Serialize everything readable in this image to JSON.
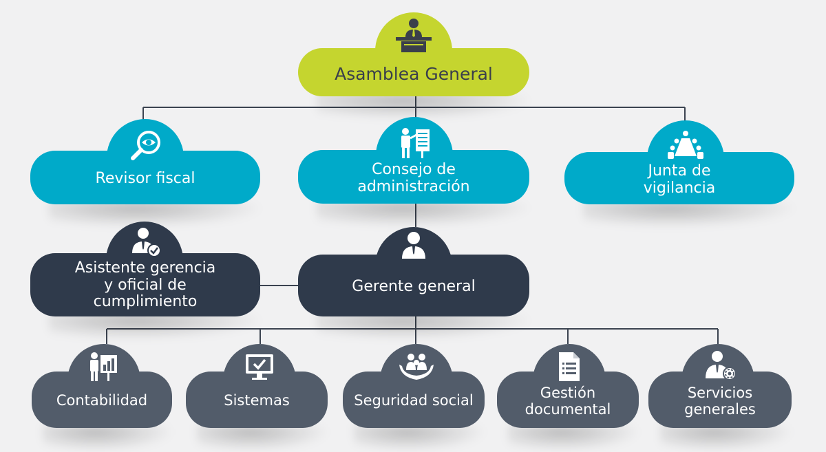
{
  "colors": {
    "background": "#f1f1f2",
    "top_level": "#c5d52f",
    "second_level": "#00aac9",
    "management": "#2f3a4b",
    "departments": "#525c6a",
    "connector": "#3b4350"
  },
  "top": {
    "asamblea": {
      "label": "Asamblea General",
      "icon": "podium-speaker-icon"
    }
  },
  "second": {
    "revisor": {
      "label": "Revisor fiscal",
      "icon": "magnifier-eye-icon"
    },
    "consejo": {
      "label": "Consejo de\nadministración",
      "icon": "presenter-board-icon"
    },
    "junta": {
      "label": "Junta de\nvigilancia",
      "icon": "meeting-table-icon"
    }
  },
  "management": {
    "asistente": {
      "label": "Asistente gerencia\ny oficial de\ncumplimiento",
      "icon": "user-check-icon"
    },
    "gerente": {
      "label": "Gerente general",
      "icon": "manager-icon"
    }
  },
  "departments": [
    {
      "label": "Contabilidad",
      "icon": "accountant-chart-icon"
    },
    {
      "label": "Sistemas",
      "icon": "monitor-check-icon"
    },
    {
      "label": "Seguridad social",
      "icon": "family-hands-icon"
    },
    {
      "label": "Gestión\ndocumental",
      "icon": "document-icon"
    },
    {
      "label": "Servicios\ngenerales",
      "icon": "person-gear-icon"
    }
  ]
}
